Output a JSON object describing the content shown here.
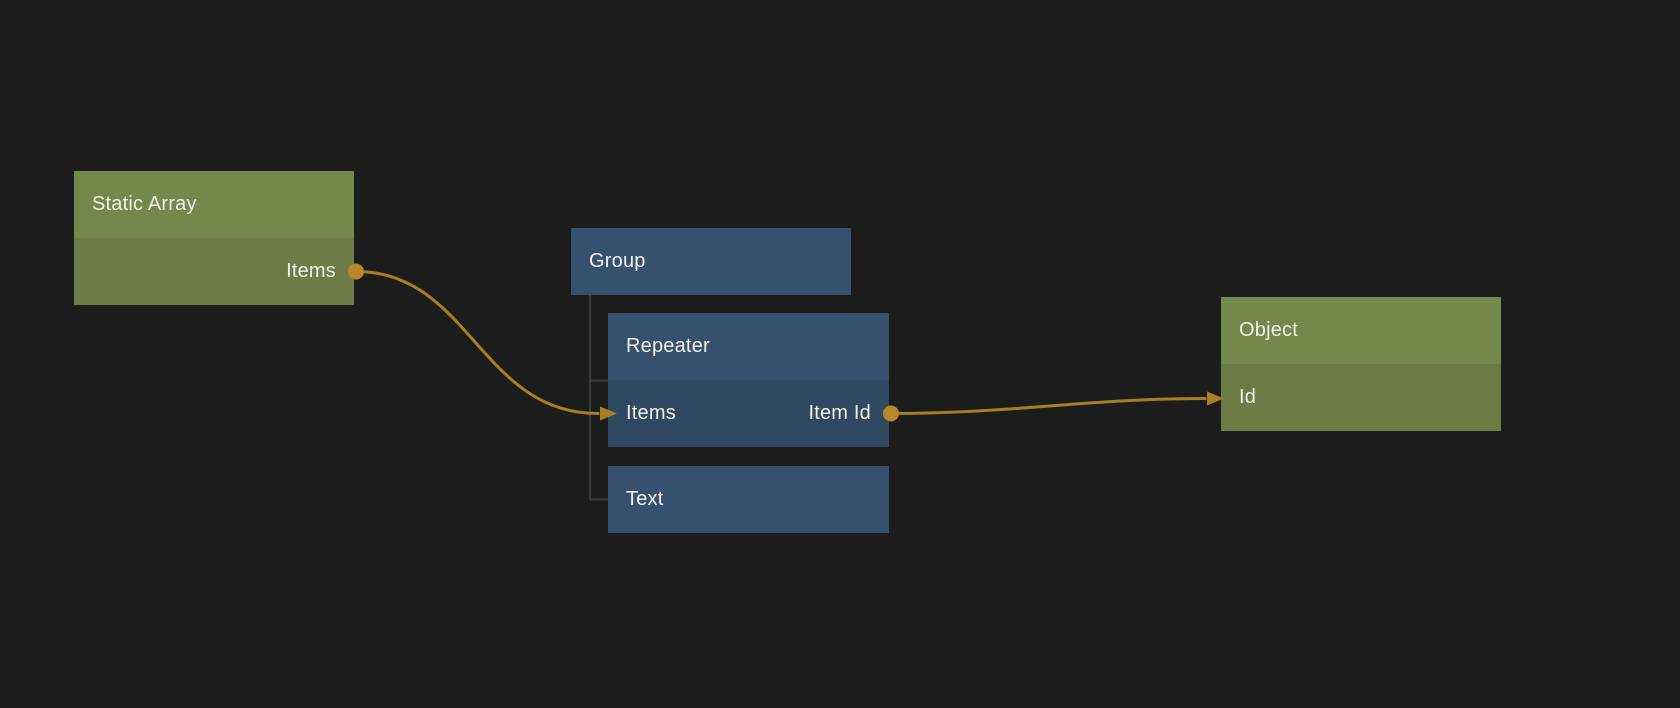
{
  "canvas": {
    "type": "node-graph-editor"
  },
  "colors": {
    "canvas_bg": "#1c1c1c",
    "green_node_header": "#75884c",
    "green_node_body": "#6d7c47",
    "blue_node_header": "#365070",
    "blue_node_body": "#304962",
    "wire": "#a87e22",
    "port_dot": "#b8872b",
    "tree_line": "#3e3e3e",
    "node_text": "#f2efe8"
  },
  "nodes": {
    "static_array": {
      "title": "Static Array",
      "color": "green",
      "ports": {
        "output": "Items"
      }
    },
    "group": {
      "title": "Group",
      "color": "blue"
    },
    "repeater": {
      "title": "Repeater",
      "color": "blue",
      "ports": {
        "input": "Items",
        "output": "Item Id"
      }
    },
    "text": {
      "title": "Text",
      "color": "blue"
    },
    "object": {
      "title": "Object",
      "color": "green",
      "ports": {
        "input": "Id"
      }
    }
  },
  "hierarchy": {
    "parent": "Group",
    "children": [
      "Repeater",
      "Text"
    ]
  },
  "connections": [
    {
      "from": "Static Array.Items",
      "to": "Repeater.Items"
    },
    {
      "from": "Repeater.Item Id",
      "to": "Object.Id"
    }
  ]
}
